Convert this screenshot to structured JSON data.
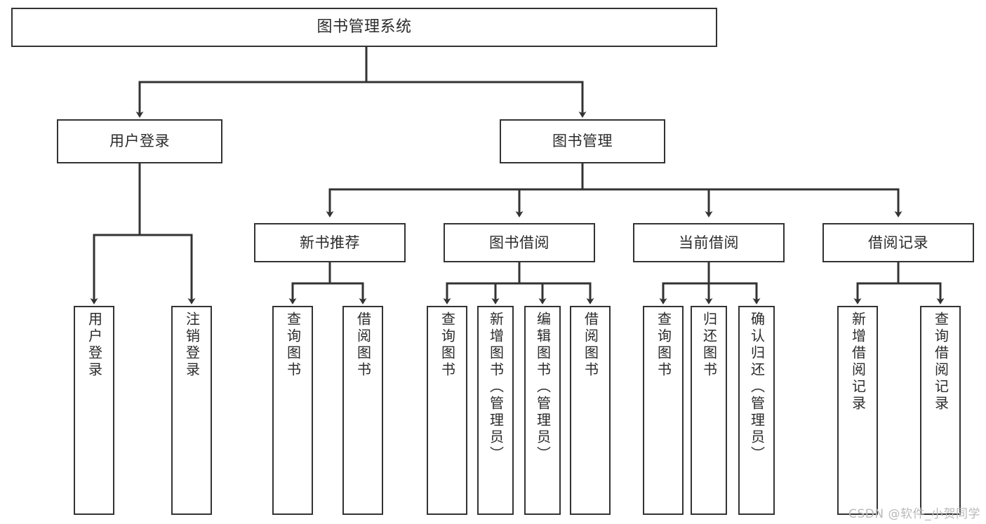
{
  "diagram": {
    "type": "tree",
    "title": "图书管理系统",
    "orientation": "top-down",
    "colors": {
      "box_border": "#333333",
      "box_fill": "#ffffff",
      "edge": "#333333",
      "text": "#2b2b2b",
      "watermark": "#b9b9b9",
      "background": "#ffffff"
    },
    "nodes": {
      "root": {
        "label": "图书管理系统"
      },
      "level1": [
        {
          "label": "用户登录"
        },
        {
          "label": "图书管理"
        }
      ],
      "level2": [
        {
          "label": "新书推荐"
        },
        {
          "label": "图书借阅"
        },
        {
          "label": "当前借阅"
        },
        {
          "label": "借阅记录"
        }
      ],
      "leaves": {
        "user_login": [
          {
            "label": "用户登录"
          },
          {
            "label": "注销登录"
          }
        ],
        "new_book_recommend": [
          {
            "label": "查询图书"
          },
          {
            "label": "借阅图书"
          }
        ],
        "book_borrow": [
          {
            "label": "查询图书"
          },
          {
            "label": "新增图书（管理员）"
          },
          {
            "label": "编辑图书（管理员）"
          },
          {
            "label": "借阅图书"
          }
        ],
        "current_borrow": [
          {
            "label": "查询图书"
          },
          {
            "label": "归还图书"
          },
          {
            "label": "确认归还（管理员）"
          }
        ],
        "borrow_record": [
          {
            "label": "新增借阅记录"
          },
          {
            "label": "查询借阅记录"
          }
        ]
      }
    }
  },
  "watermark": {
    "text": "CSDN @软件_小贺同学"
  }
}
